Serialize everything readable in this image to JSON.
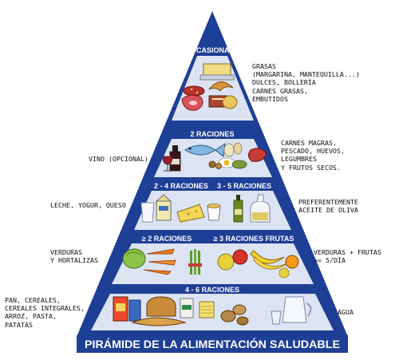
{
  "title": "PIRÁMIDE DE LA ALIMENTACIÓN SALUDABLE",
  "colors": {
    "pyramid_blue": "#1e3f96",
    "band_light": "#dce3f2",
    "text": "#111111"
  },
  "bands": {
    "top": "OCASIONAL",
    "level2": "2 RACIONES",
    "level3_left": "2 - 4 RACIONES",
    "level3_right": "3 - 5 RACIONES",
    "level4_left": "≥ 2 RACIONES",
    "level4_right": "≥ 3 RACIONES FRUTAS",
    "level5": "4 - 6 RACIONES"
  },
  "side_notes": {
    "grasas": "GRASAS\n(MARGARINA, MANTEQUILLA...)\nDULCES, BOLLERÍA\nCARNES GRASAS,\nEMBUTIDOS",
    "vino": "VINO (OPCIONAL)",
    "carnes": "CARNES MAGRAS,\nPESCADO, HUEVOS,\nLEGUMBRES\nY FRUTOS SECOS.",
    "leche": "LECHE, YOGUR, QUESO",
    "aceite": "PREFERENTEMENTE\nACEITE DE OLIVA",
    "verduras": "VERDURAS\nY HORTALIZAS",
    "verduras_frutas": "VERDURAS + FRUTAS\n>= 5/DÍA",
    "cereales": "PAN, CEREALES,\nCEREALES INTEGRALES,\nARROZ, PASTA,\nPATATAS",
    "agua": "AGUA"
  },
  "icons": {
    "level1": [
      "butter-icon",
      "croissant-icon",
      "sausage-icon",
      "cake-icon",
      "ham-icon"
    ],
    "level2": [
      "wine-bottle-icon",
      "wine-glass-icon",
      "fish-icon",
      "eggs-icon",
      "nuts-icon",
      "meat-icon"
    ],
    "level3": [
      "milk-glass-icon",
      "milk-carton-icon",
      "cheese-icon",
      "yogurt-icon",
      "oil-bottle-icon",
      "olive-oil-jug-icon"
    ],
    "level4": [
      "lettuce-icon",
      "carrots-icon",
      "asparagus-icon",
      "apples-icon",
      "bananas-icon",
      "oranges-icon"
    ],
    "level5": [
      "cereal-box-icon",
      "bread-loaf-icon",
      "rice-bag-icon",
      "pasta-icon",
      "potatoes-icon",
      "water-jug-icon"
    ]
  }
}
